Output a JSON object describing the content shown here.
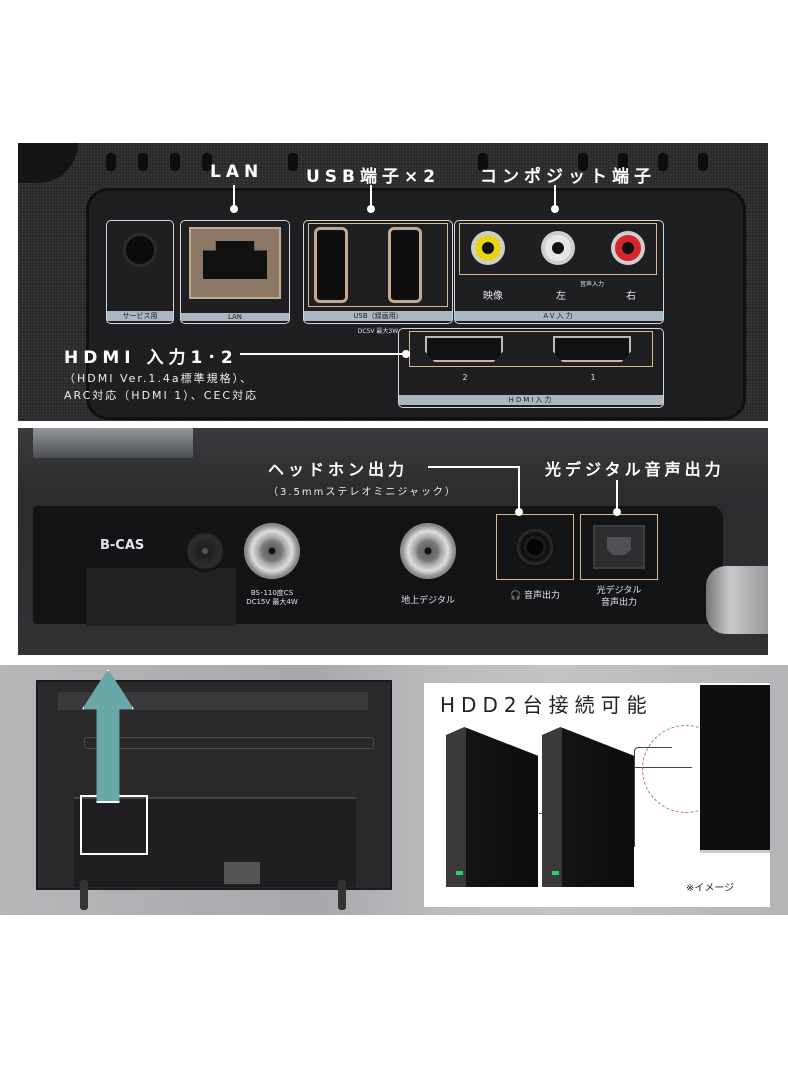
{
  "panel_top": {
    "callouts": {
      "lan": "LAN",
      "usb": "USB端子×2",
      "composite": "コンポジット端子",
      "hdmi": "HDMI 入力1･2",
      "hdmi_note1": "（HDMI Ver.1.4a標準規格）、",
      "hdmi_note2": "ARC対応（HDMI 1）、CEC対応"
    },
    "labels": {
      "service": "サービス用",
      "lan": "LAN",
      "usb": "USB（録画用）",
      "usb_power": "DC5V 最大3W",
      "video": "映像",
      "audio_in": "音声入力",
      "left": "左",
      "right": "右",
      "av_in": "AV入力",
      "hdmi_in": "HDMI入力",
      "hdmi2": "2",
      "hdmi1": "1"
    },
    "colors": {
      "rca_video": "#e8d21a",
      "rca_left": "#e6e6e6",
      "rca_right": "#d8242a",
      "accent_frame": "#d6b892"
    }
  },
  "panel_middle": {
    "callouts": {
      "headphone": "ヘッドホン出力",
      "headphone_note": "（3.5mmステレオミニジャック）",
      "optical": "光デジタル音声出力"
    },
    "labels": {
      "bcas": "B-CAS",
      "bs_cs1": "BS･110度CS",
      "bs_cs2": "DC15V 最大4W",
      "terrestrial": "地上デジタル",
      "audio_out": "音声出力",
      "optical1": "光デジタル",
      "optical2": "音声出力"
    }
  },
  "panel_bottom": {
    "hdd_title": "HDD2台接続可能",
    "note": "※イメージ",
    "colors": {
      "arrow": "#6aa8a8",
      "hdd_led": "#2fd15a"
    }
  }
}
